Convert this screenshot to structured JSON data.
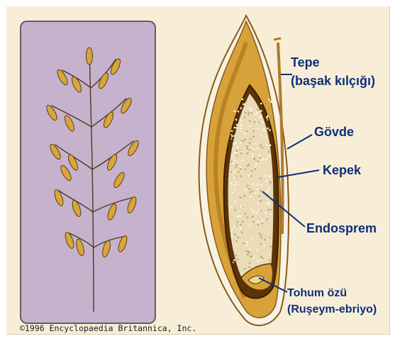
{
  "labels": {
    "tepe": "Tepe",
    "tepe_sub": "(başak kılçığı)",
    "govde": "Gövde",
    "kepek": "Kepek",
    "endosprem": "Endosprem",
    "tohum": "Tohum özü",
    "tohum_sub": "(Ruşeym-ebriyo)"
  },
  "copyright": "©1996 Encyclopaedia Britannica, Inc.",
  "colors": {
    "background": "#f8eed8",
    "panel": "#c6b2cd",
    "label_text": "#0d2f7a",
    "husk": "#c9902a",
    "endosperm": "#eadcb8"
  },
  "icons": [
    "oat-plant-illustration",
    "oat-grain-cross-section"
  ]
}
